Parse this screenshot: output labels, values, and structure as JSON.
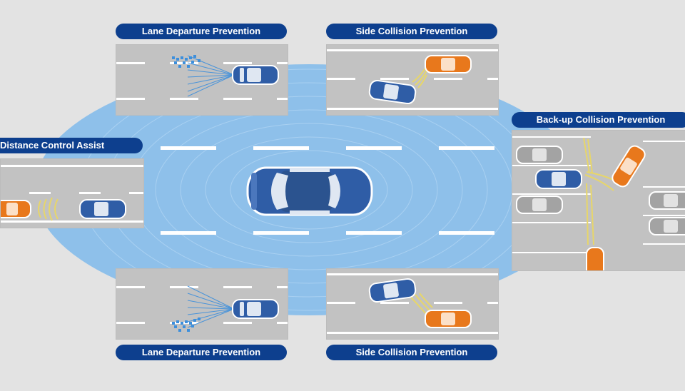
{
  "labels": {
    "lane_departure_top": "Lane Departure Prevention",
    "side_collision_top": "Side Collision Prevention",
    "distance_control": "Distance Control Assist",
    "backup_collision": "Back-up Collision Prevention",
    "lane_departure_bottom": "Lane Departure Prevention",
    "side_collision_bottom": "Side Collision Prevention"
  },
  "colors": {
    "label_bg": "#0d3f8e",
    "label_text": "#ffffff",
    "sensor_zone": "#8ec0ea",
    "ego_car": "#2f5da6",
    "other_car": "#e8781c",
    "parked_car": "#8f8f8f",
    "road": "#c2c2c2",
    "background": "#e3e3e3",
    "radar_wave": "#e7d66a",
    "laser_beam": "#3d8fdc"
  },
  "icons": {
    "ego_vehicle": "car-top-view-icon",
    "radar": "radar-wave-icon",
    "laser": "laser-scan-icon"
  }
}
